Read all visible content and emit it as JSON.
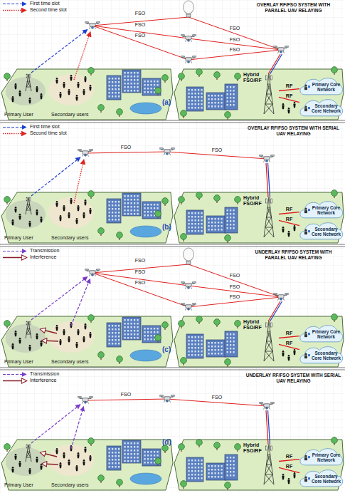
{
  "diagram": {
    "nodes": [
      {
        "text": [
          "Hybrid FSO/RF"
        ]
      },
      {
        "text": [
          "Primary Core Network"
        ]
      },
      {
        "text": [
          "Secondary Core Network"
        ]
      },
      {
        "text": [
          "Hybrid FSO/RF"
        ]
      },
      {
        "text": [
          "Primary Core Network"
        ]
      },
      {
        "text": [
          "Secondary Core Network"
        ]
      },
      {
        "text": [
          "Hybrid FSO/RF"
        ]
      },
      {
        "text": [
          "Primary Core Network"
        ]
      },
      {
        "text": [
          "Secondary Core Network"
        ]
      },
      {
        "text": [
          "Hybrid FSO/RF"
        ]
      },
      {
        "text": [
          "Primary Core Network"
        ]
      },
      {
        "text": [
          "Secondary Core Network"
        ]
      }
    ],
    "edges": [
      {
        "from": 0,
        "to": 1,
        "arrow": "none",
        "label": "RF"
      },
      {
        "from": 0,
        "to": 2,
        "arrow": "none",
        "label": "RF"
      },
      {
        "from": 3,
        "to": 4,
        "arrow": "none",
        "label": "RF"
      },
      {
        "from": 3,
        "to": 5,
        "arrow": "none",
        "label": "RF"
      },
      {
        "from": 6,
        "to": 7,
        "arrow": "none",
        "label": "RF"
      },
      {
        "from": 6,
        "to": 8,
        "arrow": "none",
        "label": "RF"
      },
      {
        "from": 9,
        "to": 10,
        "arrow": "none",
        "label": "RF"
      },
      {
        "from": 9,
        "to": 11,
        "arrow": "none",
        "label": "RF"
      }
    ],
    "labels": [
      "OVERLAY RF/FSO SYSTEM WITH PARALEL UAV RELAYING",
      "FSO",
      "FSO",
      "FSO",
      "FSO",
      "FSO",
      "FSO",
      "Primary User",
      "Secondary users",
      "(a)",
      "OVERLAY RF/FSO SYSTEM WITH SERIAL UAV RELAYING",
      "FSO",
      "FSO",
      "Primary User",
      "Secondary users",
      "(b)",
      "UNDERLAY RF/FSO SYSTEM WITH PARALEL UAV RELAYING",
      "FSO",
      "FSO",
      "FSO",
      "FSO",
      "FSO",
      "FSO",
      "Primary User",
      "Secondary users",
      "(c)",
      "UNDERLAY RF/FSO SYSTEM WITH SERIAL UAV RELAYING",
      "FSO",
      "FSO",
      "Primary User",
      "Secondary users",
      "(d)"
    ],
    "legend": [
      {
        "text": "First time slot"
      },
      {
        "text": "Second time slot"
      },
      {
        "text": "First time slot"
      },
      {
        "text": "Second time slot"
      },
      {
        "text": "Transmission"
      },
      {
        "text": "Interference"
      },
      {
        "text": "Transmission"
      },
      {
        "text": "Interference"
      }
    ]
  }
}
